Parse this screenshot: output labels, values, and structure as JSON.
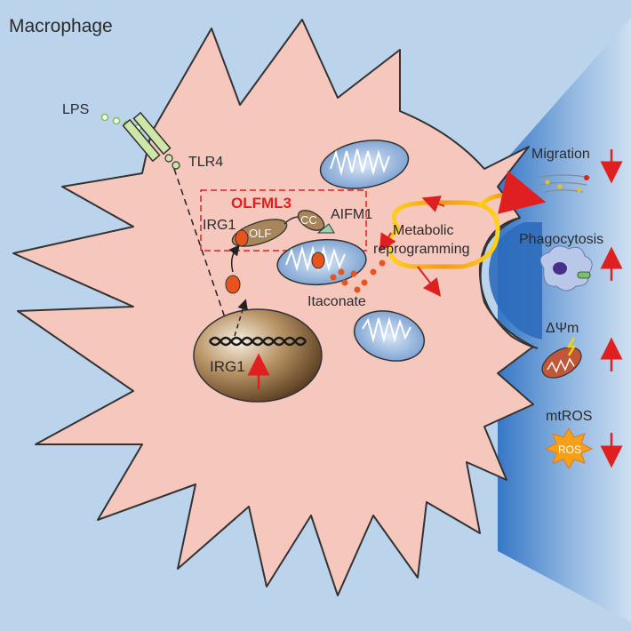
{
  "title": "Macrophage",
  "labels": {
    "lps": "LPS",
    "tlr4": "TLR4",
    "irg1_top": "IRG1",
    "olfml3": "OLFML3",
    "olf": "OLF",
    "cc": "CC",
    "aifm1": "AIFM1",
    "metabolic_line1": "Metabolic",
    "metabolic_line2": "reprogramming",
    "itaconate": "Itaconate",
    "irg1_nucleus": "IRG1"
  },
  "effects": [
    {
      "label": "Migration",
      "direction": "down"
    },
    {
      "label": "Phagocytosis",
      "direction": "up"
    },
    {
      "label": "ΔΨm",
      "direction": "up"
    },
    {
      "label": "mtROS",
      "direction": "down"
    }
  ],
  "ros_badge": "ROS",
  "colors": {
    "background": "#bcd3ec",
    "cell": "#f5c7bd",
    "accent_red": "#e02020",
    "protein": "#a8855a",
    "metabolite": "#e8541c",
    "mitochondrion": "#7fa6d6",
    "tlr4": "#cde7a9"
  }
}
